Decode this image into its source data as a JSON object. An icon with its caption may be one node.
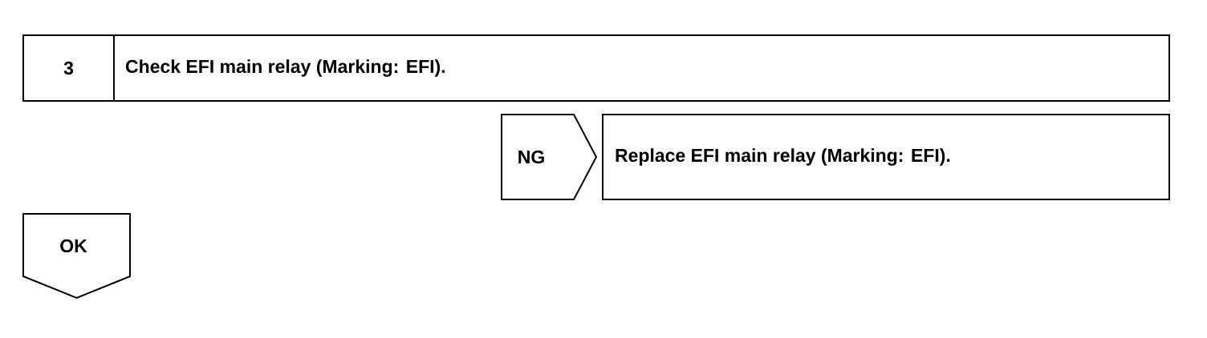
{
  "diagram": {
    "nodes": [
      {
        "text": [
          "3",
          "Check EFI main relay (Marking: EFI)."
        ]
      },
      {
        "text": [
          "NG"
        ]
      },
      {
        "text": [
          "Replace EFI main relay (Marking: EFI)."
        ]
      },
      {
        "text": [
          "OK"
        ]
      }
    ]
  }
}
